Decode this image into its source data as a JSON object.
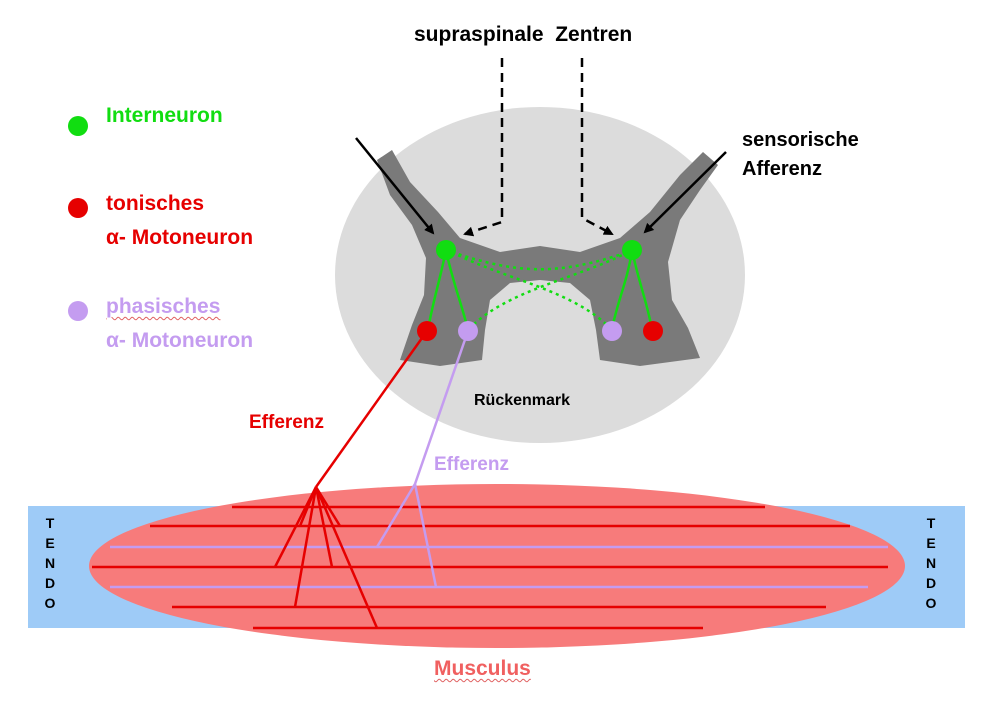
{
  "labels": {
    "supraspinal": "supraspinale  Zentren",
    "sensory": [
      "sensorische",
      "Afferenz"
    ],
    "spinal_cord": "Rückenmark",
    "efferent_tonic": "Efferenz",
    "efferent_phasic": "Efferenz",
    "muscle": "Musculus",
    "tendon_left": [
      "T",
      "E",
      "N",
      "D",
      "O"
    ],
    "tendon_right": [
      "T",
      "E",
      "N",
      "D",
      "O"
    ]
  },
  "legend": {
    "interneuron": {
      "label": "Interneuron",
      "color": "#11dd11"
    },
    "tonic": {
      "label": [
        "tonisches",
        "α- Motoneuron"
      ],
      "color": "#e60000"
    },
    "phasic": {
      "label": [
        "phasisches",
        "α- Motoneuron"
      ],
      "color": "#c49cf0"
    }
  },
  "colors": {
    "cord_white_matter": "#dcdcdc",
    "gray_matter": "#7a7a7a",
    "muscle_fill": "#f77b7b",
    "tendon_fill": "#9ecbf7",
    "muscle_fiber_tonic": "#e60000",
    "muscle_fiber_phasic": "#c49cf0"
  },
  "icons": {
    "interneuron": "filled-circle",
    "motoneuron": "filled-circle",
    "arrows": "arrow"
  }
}
